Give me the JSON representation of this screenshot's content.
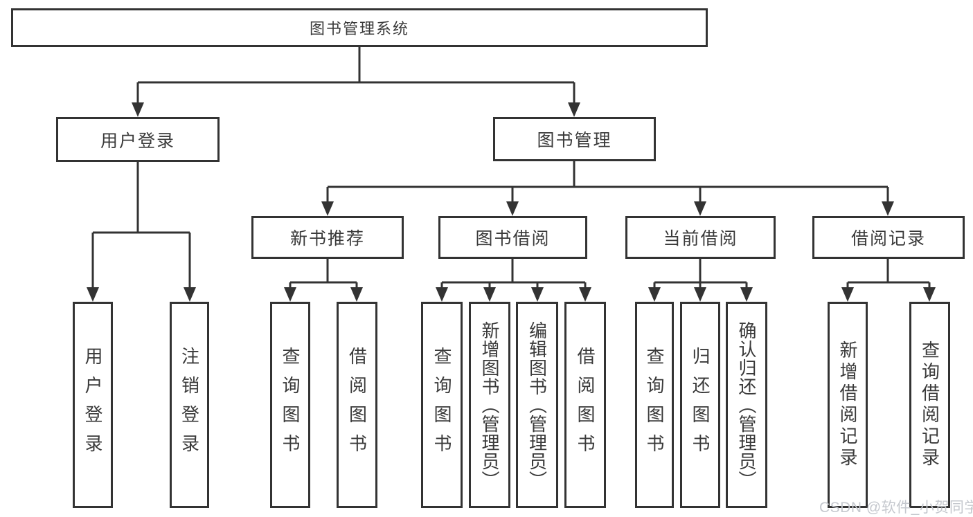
{
  "page": {
    "background": "#ffffff",
    "watermark": {
      "text": "CSDN @软件_小贺同学",
      "color": "#c5c8ce"
    }
  },
  "colors": {
    "line": "#333333",
    "box_border": "#333333",
    "text": "#3a3a3a"
  },
  "tree": {
    "root": {
      "label": "图书管理系统"
    },
    "branches": [
      {
        "id": "user-login",
        "label": "用户登录",
        "children": [
          {
            "label": "用户登录"
          },
          {
            "label": "注销登录"
          }
        ]
      },
      {
        "id": "book-management",
        "label": "图书管理",
        "sections": [
          {
            "id": "new-book-recommend",
            "label": "新书推荐",
            "children": [
              {
                "label": "查询图书"
              },
              {
                "label": "借阅图书"
              }
            ]
          },
          {
            "id": "book-borrow",
            "label": "图书借阅",
            "children": [
              {
                "label": "查询图书"
              },
              {
                "label": "新增图书（管理员）"
              },
              {
                "label": "编辑图书（管理员）"
              },
              {
                "label": "借阅图书"
              }
            ]
          },
          {
            "id": "current-borrow",
            "label": "当前借阅",
            "children": [
              {
                "label": "查询图书"
              },
              {
                "label": "归还图书"
              },
              {
                "label": "确认归还（管理员）"
              }
            ]
          },
          {
            "id": "borrow-records",
            "label": "借阅记录",
            "children": [
              {
                "label": "新增借阅记录"
              },
              {
                "label": "查询借阅记录"
              }
            ]
          }
        ]
      }
    ]
  }
}
